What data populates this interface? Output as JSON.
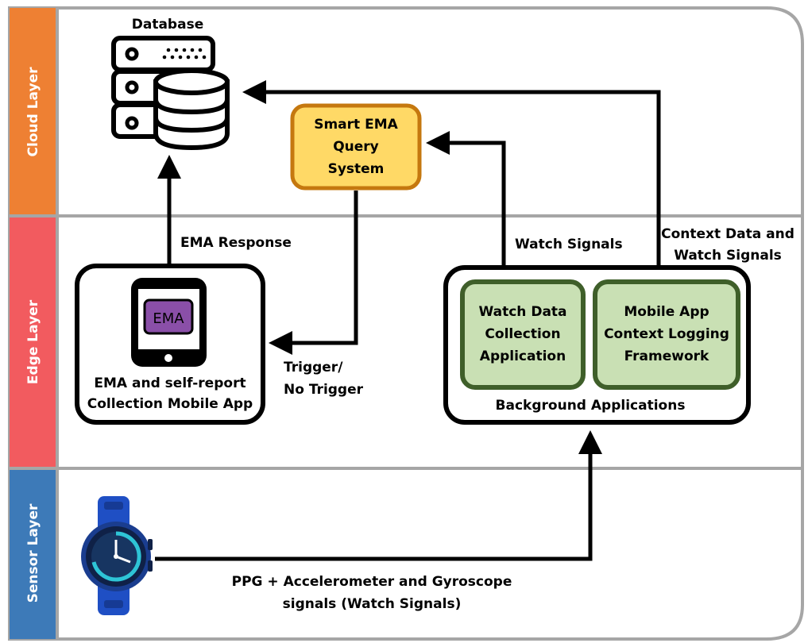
{
  "layers": {
    "cloud": "Cloud Layer",
    "edge": "Edge Layer",
    "sensor": "Sensor Layer"
  },
  "nodes": {
    "database": "Database",
    "ema_badge": "EMA",
    "smart_ema": [
      "Smart EMA",
      "Query",
      "System"
    ],
    "mobile_app": [
      "EMA and self-report",
      "Collection Mobile App"
    ],
    "watch_app": [
      "Watch Data",
      "Collection",
      "Application"
    ],
    "context_app": [
      "Mobile App",
      "Context Logging",
      "Framework"
    ],
    "background": "Background Applications"
  },
  "edges": {
    "ema_response": "EMA Response",
    "watch_signals": "Watch Signals",
    "context_data": [
      "Context Data and",
      "Watch Signals"
    ],
    "trigger": [
      "Trigger/",
      "No Trigger"
    ],
    "sensor_signals": [
      "PPG + Accelerometer and Gyroscope",
      "signals (Watch Signals)"
    ]
  },
  "colors": {
    "cloud_band": "#ee8033",
    "edge_band": "#f25b5f",
    "sensor_band": "#3d7ab8",
    "smart_ema_fill": "#ffd966",
    "smart_ema_stroke": "#c5780f",
    "app_fill": "#c9e0b4",
    "app_stroke": "#3f5f2a",
    "ema_badge_fill": "#8a4fa8",
    "divider": "#a6a6a6"
  }
}
